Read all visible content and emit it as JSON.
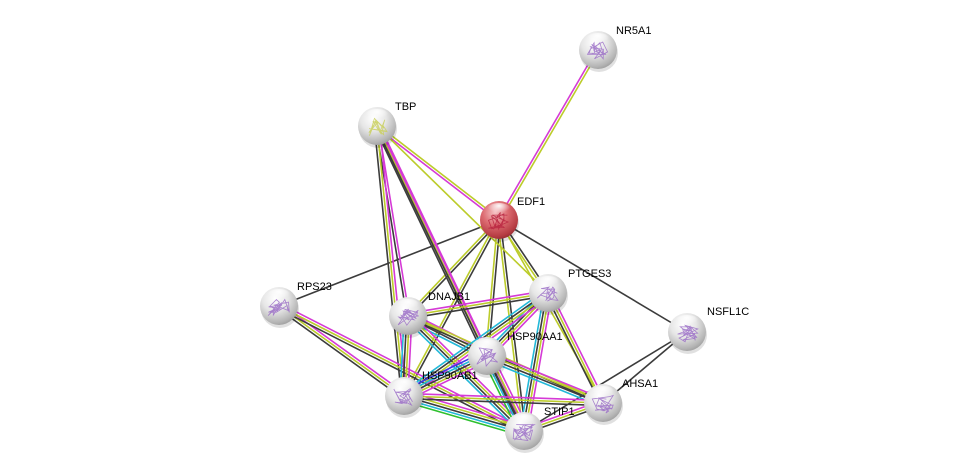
{
  "title": "Protein interaction network",
  "center_node": "EDF1",
  "colors": {
    "query_node": "#d9525a",
    "node": "#e8e8e8",
    "structure": "#9b6fc7",
    "structure_query": "#b8243f",
    "structure_tbp": "#c9cf5a",
    "edge_black": "#3c3c3c",
    "edge_magenta": "#d53ad6",
    "edge_yellow": "#bccc2a",
    "edge_cyan": "#22b8d8",
    "edge_green": "#2ec02e",
    "edge_blue": "#3b3be6"
  },
  "nodes": [
    {
      "id": "EDF1",
      "label": "EDF1",
      "query": true
    },
    {
      "id": "NR5A1",
      "label": "NR5A1"
    },
    {
      "id": "TBP",
      "label": "TBP"
    },
    {
      "id": "RPS23",
      "label": "RPS23"
    },
    {
      "id": "DNAJB1",
      "label": "DNAJB1"
    },
    {
      "id": "PTGES3",
      "label": "PTGES3"
    },
    {
      "id": "NSFL1C",
      "label": "NSFL1C"
    },
    {
      "id": "HSP90AA1",
      "label": "HSP90AA1"
    },
    {
      "id": "HSP90AB1",
      "label": "HSP90AB1"
    },
    {
      "id": "AHSA1",
      "label": "AHSA1"
    },
    {
      "id": "STIP1",
      "label": "STIP1"
    }
  ],
  "edges": [
    {
      "source": "EDF1",
      "target": "NR5A1",
      "evidence": [
        "magenta",
        "yellow"
      ]
    },
    {
      "source": "EDF1",
      "target": "TBP",
      "evidence": [
        "magenta",
        "yellow"
      ]
    },
    {
      "source": "EDF1",
      "target": "RPS23",
      "evidence": [
        "black"
      ]
    },
    {
      "source": "EDF1",
      "target": "NSFL1C",
      "evidence": [
        "black"
      ]
    },
    {
      "source": "EDF1",
      "target": "DNAJB1",
      "evidence": [
        "black",
        "yellow"
      ]
    },
    {
      "source": "EDF1",
      "target": "PTGES3",
      "evidence": [
        "black",
        "yellow"
      ]
    },
    {
      "source": "EDF1",
      "target": "HSP90AA1",
      "evidence": [
        "black",
        "yellow"
      ]
    },
    {
      "source": "EDF1",
      "target": "HSP90AB1",
      "evidence": [
        "black",
        "yellow"
      ]
    },
    {
      "source": "EDF1",
      "target": "STIP1",
      "evidence": [
        "black",
        "yellow"
      ]
    },
    {
      "source": "EDF1",
      "target": "AHSA1",
      "evidence": [
        "yellow"
      ]
    },
    {
      "source": "TBP",
      "target": "PTGES3",
      "evidence": [
        "yellow"
      ]
    },
    {
      "source": "TBP",
      "target": "DNAJB1",
      "evidence": [
        "magenta",
        "black"
      ]
    },
    {
      "source": "TBP",
      "target": "HSP90AA1",
      "evidence": [
        "magenta",
        "yellow",
        "black"
      ]
    },
    {
      "source": "TBP",
      "target": "HSP90AB1",
      "evidence": [
        "magenta",
        "yellow",
        "black"
      ]
    },
    {
      "source": "TBP",
      "target": "STIP1",
      "evidence": [
        "magenta",
        "black"
      ]
    },
    {
      "source": "RPS23",
      "target": "HSP90AB1",
      "evidence": [
        "magenta",
        "yellow",
        "black"
      ]
    },
    {
      "source": "RPS23",
      "target": "STIP1",
      "evidence": [
        "magenta",
        "yellow",
        "black"
      ]
    },
    {
      "source": "DNAJB1",
      "target": "PTGES3",
      "evidence": [
        "magenta",
        "yellow",
        "black"
      ]
    },
    {
      "source": "DNAJB1",
      "target": "HSP90AA1",
      "evidence": [
        "magenta",
        "yellow",
        "black",
        "cyan"
      ]
    },
    {
      "source": "DNAJB1",
      "target": "HSP90AB1",
      "evidence": [
        "magenta",
        "yellow",
        "black",
        "cyan"
      ]
    },
    {
      "source": "DNAJB1",
      "target": "STIP1",
      "evidence": [
        "magenta",
        "yellow",
        "black",
        "cyan"
      ]
    },
    {
      "source": "DNAJB1",
      "target": "AHSA1",
      "evidence": [
        "yellow",
        "black"
      ]
    },
    {
      "source": "PTGES3",
      "target": "HSP90AA1",
      "evidence": [
        "magenta",
        "yellow",
        "black",
        "cyan"
      ]
    },
    {
      "source": "PTGES3",
      "target": "HSP90AB1",
      "evidence": [
        "magenta",
        "yellow",
        "black",
        "cyan"
      ]
    },
    {
      "source": "PTGES3",
      "target": "STIP1",
      "evidence": [
        "magenta",
        "yellow",
        "black",
        "cyan"
      ]
    },
    {
      "source": "PTGES3",
      "target": "AHSA1",
      "evidence": [
        "magenta",
        "yellow",
        "black"
      ]
    },
    {
      "source": "NSFL1C",
      "target": "AHSA1",
      "evidence": [
        "black"
      ]
    },
    {
      "source": "NSFL1C",
      "target": "STIP1",
      "evidence": [
        "black"
      ]
    },
    {
      "source": "HSP90AA1",
      "target": "HSP90AB1",
      "evidence": [
        "magenta",
        "yellow",
        "black",
        "cyan",
        "blue"
      ]
    },
    {
      "source": "HSP90AA1",
      "target": "STIP1",
      "evidence": [
        "magenta",
        "yellow",
        "black",
        "cyan",
        "green"
      ]
    },
    {
      "source": "HSP90AA1",
      "target": "AHSA1",
      "evidence": [
        "magenta",
        "yellow",
        "black",
        "cyan"
      ]
    },
    {
      "source": "HSP90AB1",
      "target": "STIP1",
      "evidence": [
        "magenta",
        "yellow",
        "black",
        "cyan",
        "green"
      ]
    },
    {
      "source": "HSP90AB1",
      "target": "AHSA1",
      "evidence": [
        "magenta",
        "yellow",
        "black"
      ]
    },
    {
      "source": "STIP1",
      "target": "AHSA1",
      "evidence": [
        "magenta",
        "yellow",
        "black"
      ]
    }
  ]
}
